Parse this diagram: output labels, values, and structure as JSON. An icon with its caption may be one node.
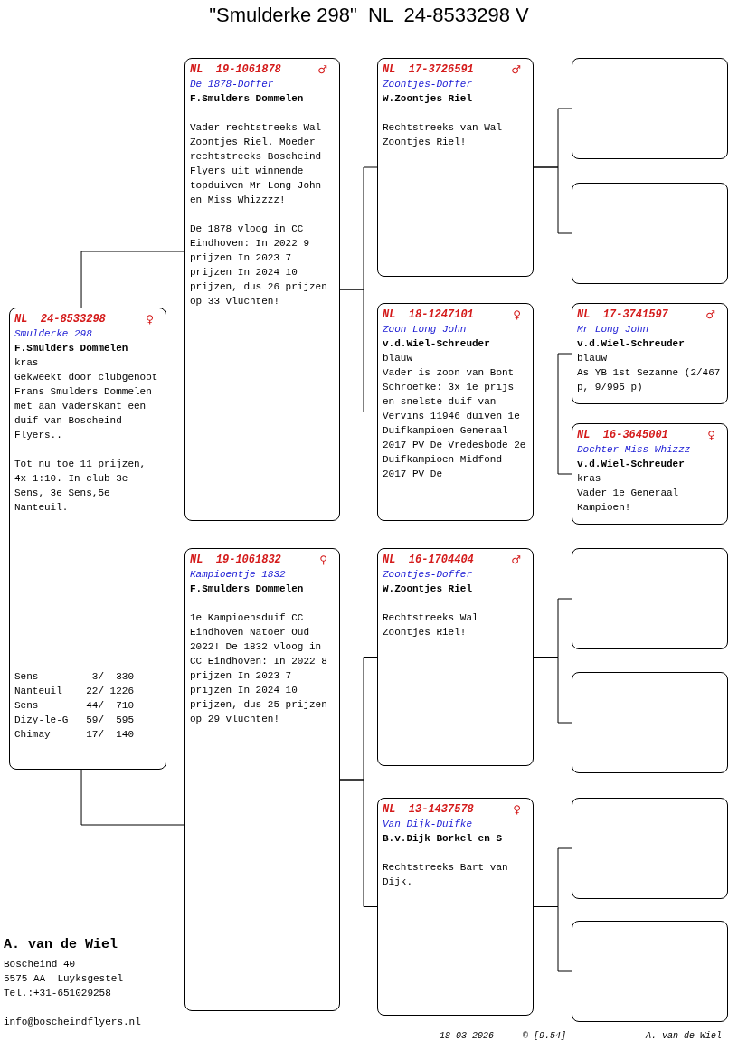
{
  "diagram": {
    "title": "\"Smulderke 298\"  NL  24-8533298 V",
    "nodes": [
      {
        "text": [
          "NL  24-8533298",
          "♀",
          "Smulderke 298",
          "F.Smulders Dommelen",
          "kras",
          "Gekweekt door clubgenoot Frans Smulders Dommelen met aan vaderskant een duif van Boscheind Flyers..",
          "Tot nu toe 11 prijzen, 4x 1:10. In club 3e Sens, 3e Sens,5e Nanteuil.",
          "Sens         3/  330",
          "Nanteuil    22/ 1226",
          "Sens        44/  710",
          "Dizy-le-G   59/  595",
          "Chimay      17/  140"
        ]
      },
      {
        "text": [
          "NL  19-1061878",
          "♂",
          "De 1878-Doffer",
          "F.Smulders Dommelen",
          "Vader rechtstreeks Wal Zoontjes Riel. Moeder rechtstreeks Boscheind Flyers uit winnende topduiven Mr Long John en Miss Whizzzz!",
          "De 1878 vloog in CC Eindhoven: In 2022 9 prijzen In 2023 7 prijzen In 2024 10 prijzen, dus 26 prijzen op 33 vluchten!"
        ]
      },
      {
        "text": [
          "NL  19-1061832",
          "♀",
          "Kampioentje 1832",
          "F.Smulders Dommelen",
          "1e Kampioensduif CC Eindhoven Natoer Oud 2022! De 1832 vloog in CC Eindhoven: In 2022 8 prijzen In 2023 7 prijzen In 2024 10 prijzen, dus 25 prijzen op 29 vluchten!"
        ]
      },
      {
        "text": [
          "NL  17-3726591",
          "♂",
          "Zoontjes-Doffer",
          "W.Zoontjes Riel",
          "Rechtstreeks van Wal Zoontjes Riel!"
        ]
      },
      {
        "text": [
          "NL  18-1247101",
          "♀",
          "Zoon Long John",
          "v.d.Wiel-Schreuder",
          "blauw",
          "Vader is zoon van Bont Schroefke: 3x 1e prijs en snelste duif van Vervins 11946 duiven 1e Duifkampioen Generaal 2017 PV De Vredesbode 2e Duifkampioen Midfond 2017 PV De"
        ]
      },
      {
        "text": [
          "NL  16-1704404",
          "♂",
          "Zoontjes-Doffer",
          "W.Zoontjes Riel",
          "Rechtstreeks Wal Zoontjes Riel!"
        ]
      },
      {
        "text": [
          "NL  13-1437578",
          "♀",
          "Van Dijk-Duifke",
          "B.v.Dijk Borkel en S",
          "Rechtstreeks Bart van Dijk."
        ]
      },
      {
        "text": [],
        "shape": "box"
      },
      {
        "text": [],
        "shape": "box"
      },
      {
        "text": [
          "NL  17-3741597",
          "♂",
          "Mr Long John",
          "v.d.Wiel-Schreuder",
          "blauw",
          "As YB 1st Sezanne (2/467 p, 9/995 p)"
        ]
      },
      {
        "text": [
          "NL  16-3645001",
          "♀",
          "Dochter Miss Whizzz",
          "v.d.Wiel-Schreuder",
          "kras",
          "Vader 1e Generaal Kampioen!"
        ]
      },
      {
        "text": [],
        "shape": "box"
      },
      {
        "text": [],
        "shape": "box"
      },
      {
        "text": [],
        "shape": "box"
      },
      {
        "text": [],
        "shape": "box"
      }
    ],
    "edges": [
      {
        "from": 0,
        "to": 1,
        "arrow": "none"
      },
      {
        "from": 0,
        "to": 2,
        "arrow": "none"
      },
      {
        "from": 1,
        "to": 3,
        "arrow": "none"
      },
      {
        "from": 1,
        "to": 4,
        "arrow": "none"
      },
      {
        "from": 2,
        "to": 5,
        "arrow": "none"
      },
      {
        "from": 2,
        "to": 6,
        "arrow": "none"
      },
      {
        "from": 3,
        "to": 7,
        "arrow": "none"
      },
      {
        "from": 3,
        "to": 8,
        "arrow": "none"
      },
      {
        "from": 4,
        "to": 9,
        "arrow": "none"
      },
      {
        "from": 4,
        "to": 10,
        "arrow": "none"
      },
      {
        "from": 5,
        "to": 11,
        "arrow": "none"
      },
      {
        "from": 5,
        "to": 12,
        "arrow": "none"
      },
      {
        "from": 6,
        "to": 13,
        "arrow": "none"
      },
      {
        "from": 6,
        "to": 14,
        "arrow": "none"
      }
    ],
    "labels": [
      "A. van de Wiel",
      "Boscheind 40",
      "5575 AA  Luyksgestel",
      "Tel.:+31-651029258",
      "info@boscheindflyers.nl",
      "18-03-2026",
      "© [9.54]",
      "A. van de Wiel"
    ]
  }
}
